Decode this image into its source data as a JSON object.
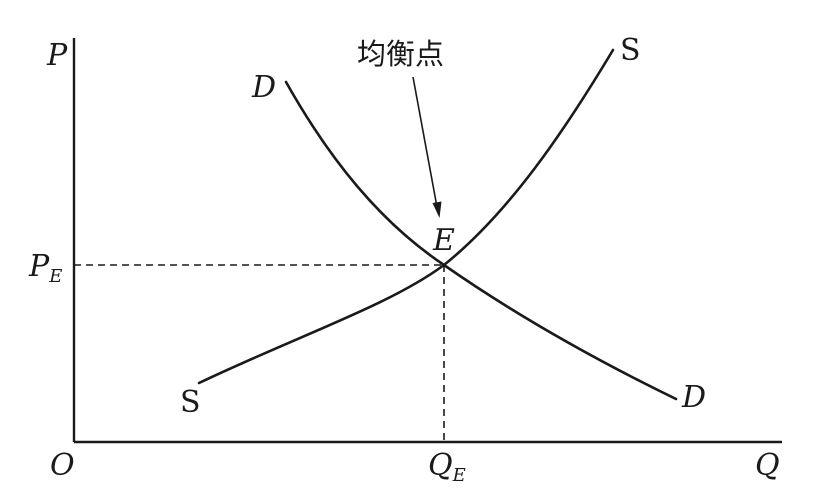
{
  "labels": {
    "y_axis": "P",
    "x_axis": "Q",
    "origin": "O",
    "equilibrium_point": "E",
    "equilibrium_caption": "均衡点",
    "price_main": "P",
    "price_sub": "E",
    "quantity_main": "Q",
    "quantity_sub": "E",
    "demand_start": "D",
    "demand_end": "D",
    "supply_start": "S",
    "supply_end": "S"
  },
  "colors": {
    "ink": "#1a1a1a",
    "background": "#ffffff"
  }
}
